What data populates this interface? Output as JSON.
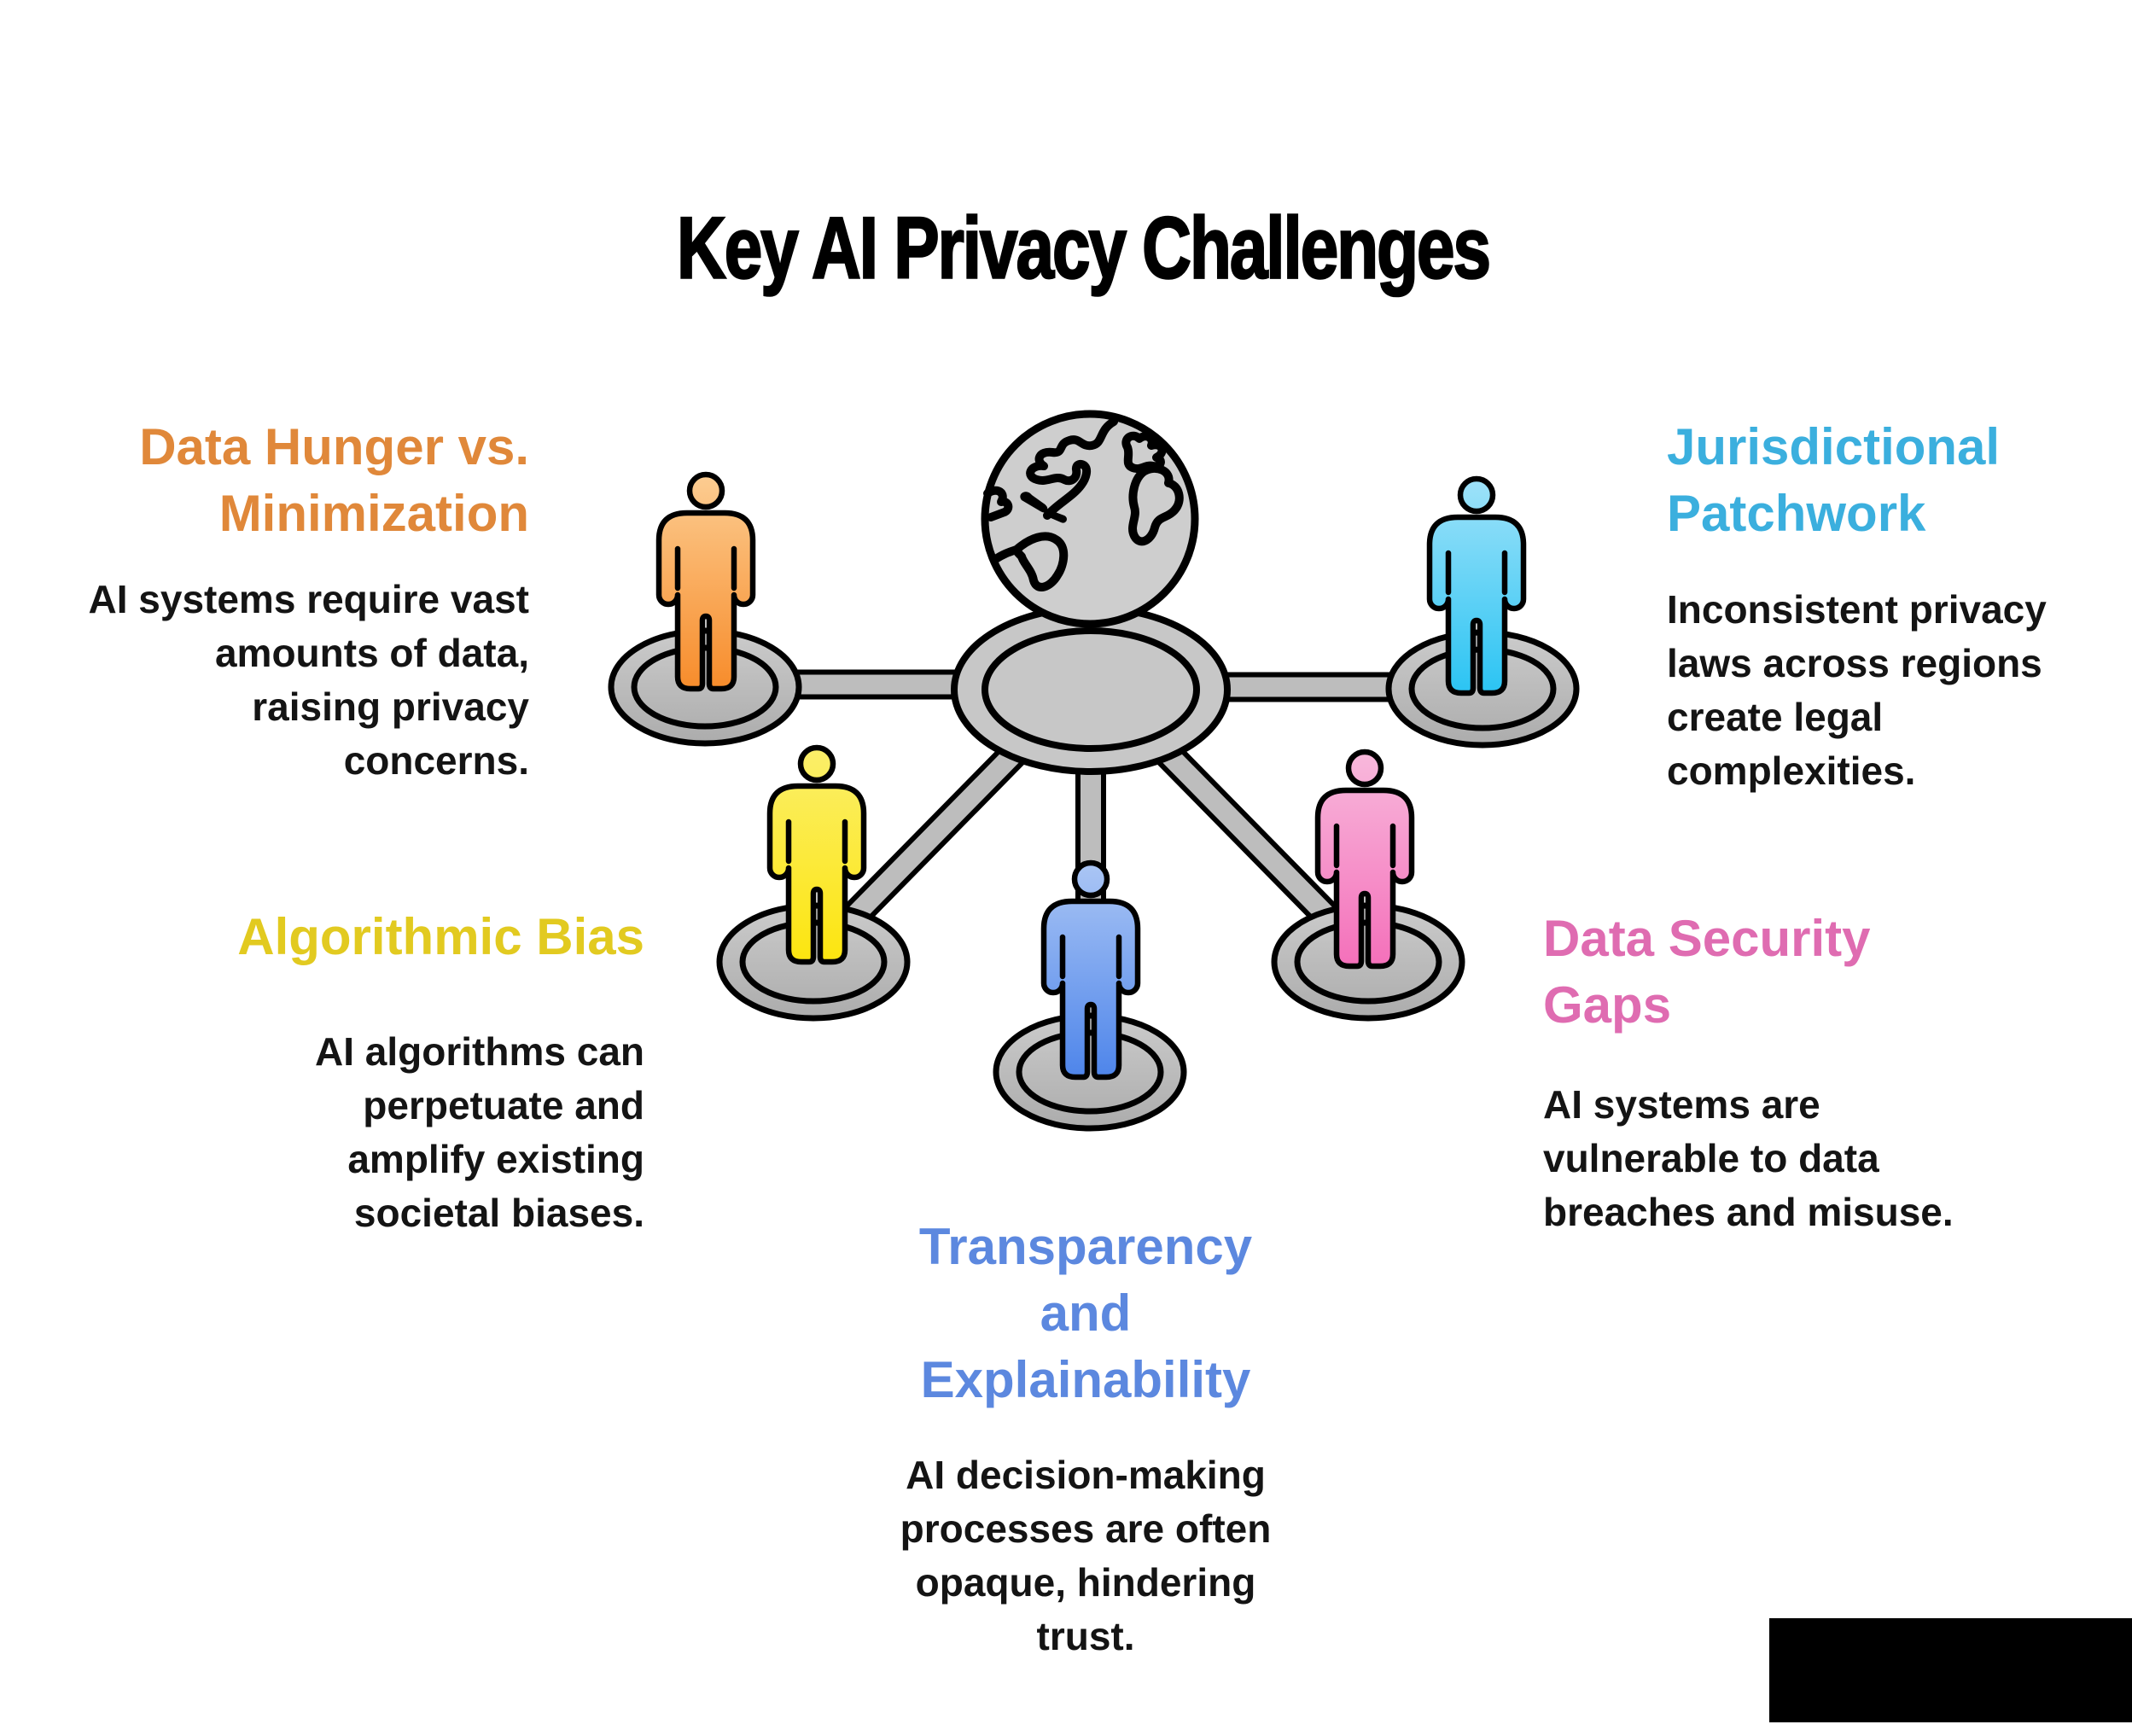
{
  "title": "Key AI Privacy Challenges",
  "text_color": "#141414",
  "background": "#FFFFFF",
  "challenges": [
    {
      "id": "data-hunger",
      "accent": "#E0883A",
      "heading_lines": [
        "Data Hunger vs.",
        "Minimization"
      ],
      "body_lines": [
        "AI systems require vast",
        "amounts of data,",
        "raising privacy",
        "concerns."
      ],
      "person": {
        "id": "orange",
        "color_light": "#FCCD92",
        "color_dark": "#F78C2B"
      }
    },
    {
      "id": "jurisdictional-patchwork",
      "accent": "#3BAFDE",
      "heading_lines": [
        "Jurisdictional",
        "Patchwork"
      ],
      "body_lines": [
        "Inconsistent privacy",
        "laws across regions",
        "create legal",
        "complexities."
      ],
      "person": {
        "id": "cyan",
        "color_light": "#9FE2F9",
        "color_dark": "#2BC4F3"
      }
    },
    {
      "id": "algorithmic-bias",
      "accent": "#E2CA20",
      "heading_lines": [
        "Algorithmic Bias"
      ],
      "body_lines": [
        "AI algorithms can",
        "perpetuate and",
        "amplify existing",
        "societal biases."
      ],
      "person": {
        "id": "yellow",
        "color_light": "#FBEF6B",
        "color_dark": "#FCE50F"
      }
    },
    {
      "id": "data-security-gaps",
      "accent": "#DF6CB1",
      "heading_lines": [
        "Data Security",
        "Gaps"
      ],
      "body_lines": [
        "AI systems are",
        "vulnerable to data",
        "breaches and misuse."
      ],
      "person": {
        "id": "pink",
        "color_light": "#F8B9DC",
        "color_dark": "#F470BA"
      }
    },
    {
      "id": "transparency-explainability",
      "accent": "#5C88DF",
      "heading_lines": [
        "Transparency",
        "and",
        "Explainability"
      ],
      "body_lines": [
        "AI decision-making",
        "processes are often",
        "opaque, hindering",
        "trust."
      ],
      "person": {
        "id": "blue",
        "color_light": "#ABC6F5",
        "color_dark": "#4E85EA"
      }
    }
  ],
  "diagram": {
    "globe_icon": "globe-icon",
    "globe_fill": "#CECECE",
    "hub_fill": "#C7C7C7",
    "spoke_fill": "#BDBDBD",
    "platform_fill_light": "#CBCBCB",
    "platform_fill_dark": "#ACACAC",
    "outline": "#000000"
  }
}
